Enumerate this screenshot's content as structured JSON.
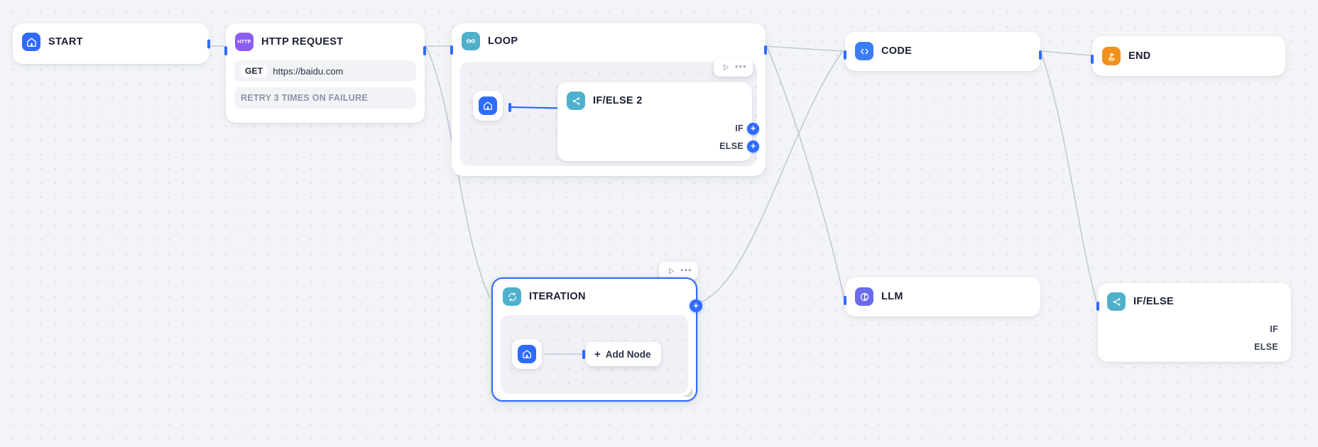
{
  "canvas": {
    "background_color": "#F2F4F7",
    "dot_color": "#DFE3EA",
    "accent_color": "#2F6BFF",
    "edge_color": "#C3C8D4"
  },
  "nodes": {
    "start": {
      "title": "START",
      "icon": "home-icon",
      "icon_color": "#2F6BFF"
    },
    "http_request": {
      "title": "HTTP REQUEST",
      "icon": "http-icon",
      "icon_label": "HTTP",
      "icon_color": "#8B5CF6",
      "method": "GET",
      "url": "https://baidu.com",
      "retry": "RETRY 3 TIMES ON FAILURE"
    },
    "loop": {
      "title": "LOOP",
      "icon": "infinity-icon",
      "icon_color": "#4FB0CB",
      "toolbar": {
        "run": "run-icon",
        "more": "more-icon"
      },
      "inner_start": {
        "icon": "home-icon",
        "icon_color": "#2F6BFF"
      }
    },
    "if_else_2": {
      "title": "IF/ELSE 2",
      "icon": "branch-icon",
      "icon_color": "#4FB0CB",
      "branches": [
        {
          "label": "IF",
          "add": "+"
        },
        {
          "label": "ELSE",
          "add": "+"
        }
      ]
    },
    "code": {
      "title": "CODE",
      "icon": "code-icon",
      "icon_color": "#3B7DF6"
    },
    "end": {
      "title": "END",
      "icon": "flag-pin-icon",
      "icon_color": "#F0911E"
    },
    "llm": {
      "title": "LLM",
      "icon": "llm-icon",
      "icon_color": "#6B6BEE"
    },
    "if_else": {
      "title": "IF/ELSE",
      "icon": "branch-icon",
      "icon_color": "#4FB0CB",
      "branches": [
        {
          "label": "IF"
        },
        {
          "label": "ELSE"
        }
      ]
    },
    "iteration": {
      "title": "ITERATION",
      "icon": "iteration-icon",
      "icon_color": "#4FB0CB",
      "selected": true,
      "side_add": "+",
      "toolbar": {
        "run": "run-icon",
        "more": "more-icon"
      },
      "inner_start": {
        "icon": "home-icon",
        "icon_color": "#2F6BFF"
      },
      "add_node_label": "Add Node",
      "add_node_plus": "+"
    }
  }
}
